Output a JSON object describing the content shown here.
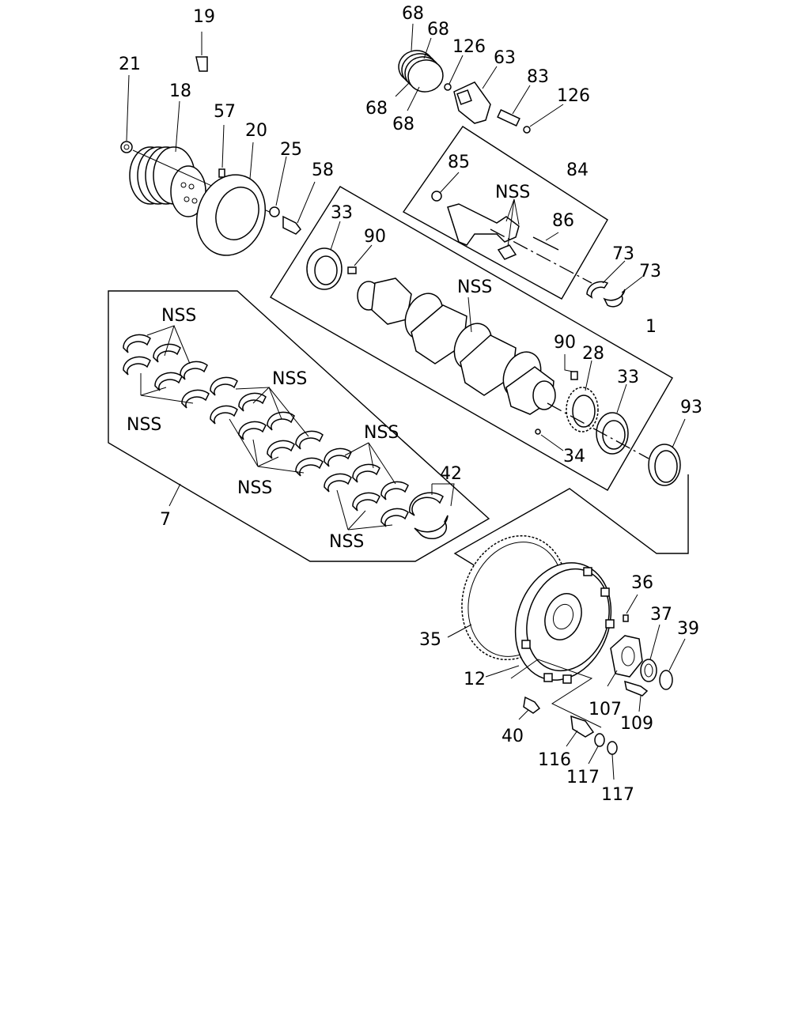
{
  "callouts": [
    {
      "id": "19",
      "text": "19"
    },
    {
      "id": "21",
      "text": "21"
    },
    {
      "id": "18",
      "text": "18"
    },
    {
      "id": "57",
      "text": "57"
    },
    {
      "id": "20",
      "text": "20"
    },
    {
      "id": "25",
      "text": "25"
    },
    {
      "id": "58",
      "text": "58"
    },
    {
      "id": "68a",
      "text": "68"
    },
    {
      "id": "68b",
      "text": "68"
    },
    {
      "id": "68c",
      "text": "68"
    },
    {
      "id": "68d",
      "text": "68"
    },
    {
      "id": "126a",
      "text": "126"
    },
    {
      "id": "63",
      "text": "63"
    },
    {
      "id": "83",
      "text": "83"
    },
    {
      "id": "126b",
      "text": "126"
    },
    {
      "id": "85",
      "text": "85"
    },
    {
      "id": "84",
      "text": "84"
    },
    {
      "id": "nss-rod",
      "text": "NSS"
    },
    {
      "id": "86",
      "text": "86"
    },
    {
      "id": "33a",
      "text": "33"
    },
    {
      "id": "90a",
      "text": "90"
    },
    {
      "id": "73a",
      "text": "73"
    },
    {
      "id": "73b",
      "text": "73"
    },
    {
      "id": "nss-crank",
      "text": "NSS"
    },
    {
      "id": "1",
      "text": "1"
    },
    {
      "id": "90b",
      "text": "90"
    },
    {
      "id": "28",
      "text": "28"
    },
    {
      "id": "33b",
      "text": "33"
    },
    {
      "id": "93",
      "text": "93"
    },
    {
      "id": "34",
      "text": "34"
    },
    {
      "id": "nss-b1",
      "text": "NSS"
    },
    {
      "id": "nss-b2",
      "text": "NSS"
    },
    {
      "id": "nss-b3",
      "text": "NSS"
    },
    {
      "id": "nss-b4",
      "text": "NSS"
    },
    {
      "id": "nss-b5",
      "text": "NSS"
    },
    {
      "id": "nss-b6",
      "text": "NSS"
    },
    {
      "id": "42",
      "text": "42"
    },
    {
      "id": "7",
      "text": "7"
    },
    {
      "id": "36",
      "text": "36"
    },
    {
      "id": "37",
      "text": "37"
    },
    {
      "id": "39",
      "text": "39"
    },
    {
      "id": "35",
      "text": "35"
    },
    {
      "id": "12",
      "text": "12"
    },
    {
      "id": "107",
      "text": "107"
    },
    {
      "id": "109",
      "text": "109"
    },
    {
      "id": "40",
      "text": "40"
    },
    {
      "id": "116",
      "text": "116"
    },
    {
      "id": "117a",
      "text": "117"
    },
    {
      "id": "117b",
      "text": "117"
    }
  ]
}
